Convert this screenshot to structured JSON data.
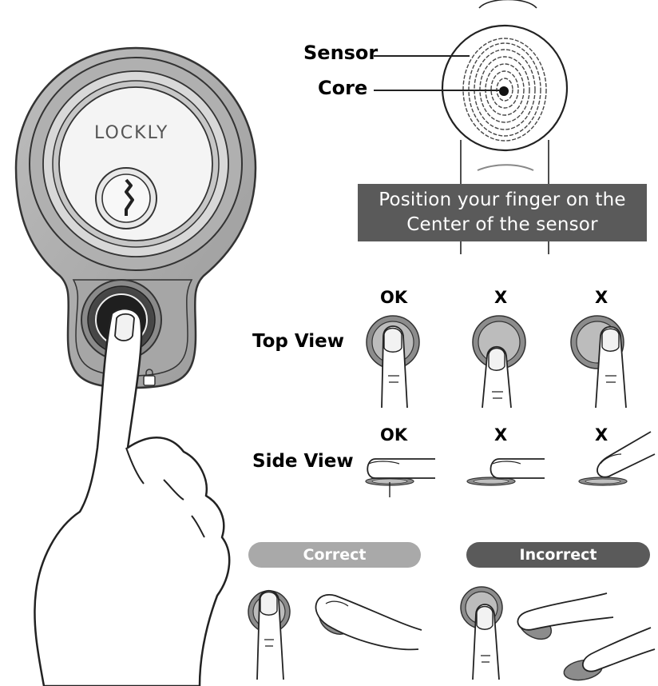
{
  "lock": {
    "brand": "LOCKLY"
  },
  "callouts": {
    "sensor": "Sensor",
    "core": "Core"
  },
  "banner": {
    "line1": "Position your finger on the",
    "line2": "Center of the sensor"
  },
  "views": {
    "top": {
      "label": "Top View",
      "marks": [
        "OK",
        "X",
        "X"
      ]
    },
    "side": {
      "label": "Side View",
      "marks": [
        "OK",
        "X",
        "X"
      ]
    }
  },
  "bottom": {
    "correct": {
      "label": "Correct",
      "color": "#a9a9a9"
    },
    "incorrect": {
      "label": "Incorrect",
      "color": "#5a5a5a"
    }
  }
}
